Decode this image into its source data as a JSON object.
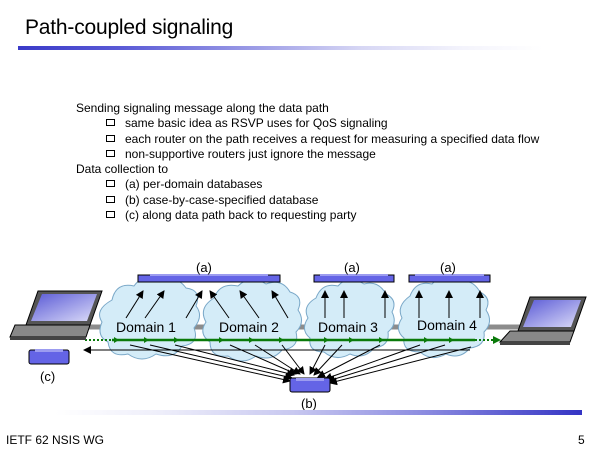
{
  "slide": {
    "title": "Path-coupled signaling",
    "footer_left": "IETF 62 NSIS WG",
    "page_number": "5"
  },
  "bullets": [
    {
      "text": "Sending signaling message along the data path",
      "sub": [
        "same basic idea as RSVP uses for QoS signaling",
        "each router on the path receives a request for measuring a specified data flow",
        "non-supportive routers just ignore the message"
      ]
    },
    {
      "text": "Data collection to",
      "sub": [
        "(a) per-domain databases",
        "(b) case-by-case-specified database",
        "(c) along data path back to requesting party"
      ]
    }
  ],
  "diagram": {
    "domains": [
      "Domain 1",
      "Domain 2",
      "Domain 3",
      "Domain 4"
    ],
    "db_labels": {
      "a": "(a)",
      "b": "(b)",
      "c": "(c)"
    },
    "icons": [
      "laptop-left",
      "laptop-right",
      "database-a-1-2",
      "database-a-3",
      "database-a-4",
      "database-b",
      "database-c"
    ],
    "colors": {
      "cloud_fill": "#d4ecf8",
      "cloud_stroke": "#7aa8c8",
      "database_fill": "#6464e6",
      "data_path": "#0a7a0a",
      "backbone": "#8c8c8c"
    }
  }
}
